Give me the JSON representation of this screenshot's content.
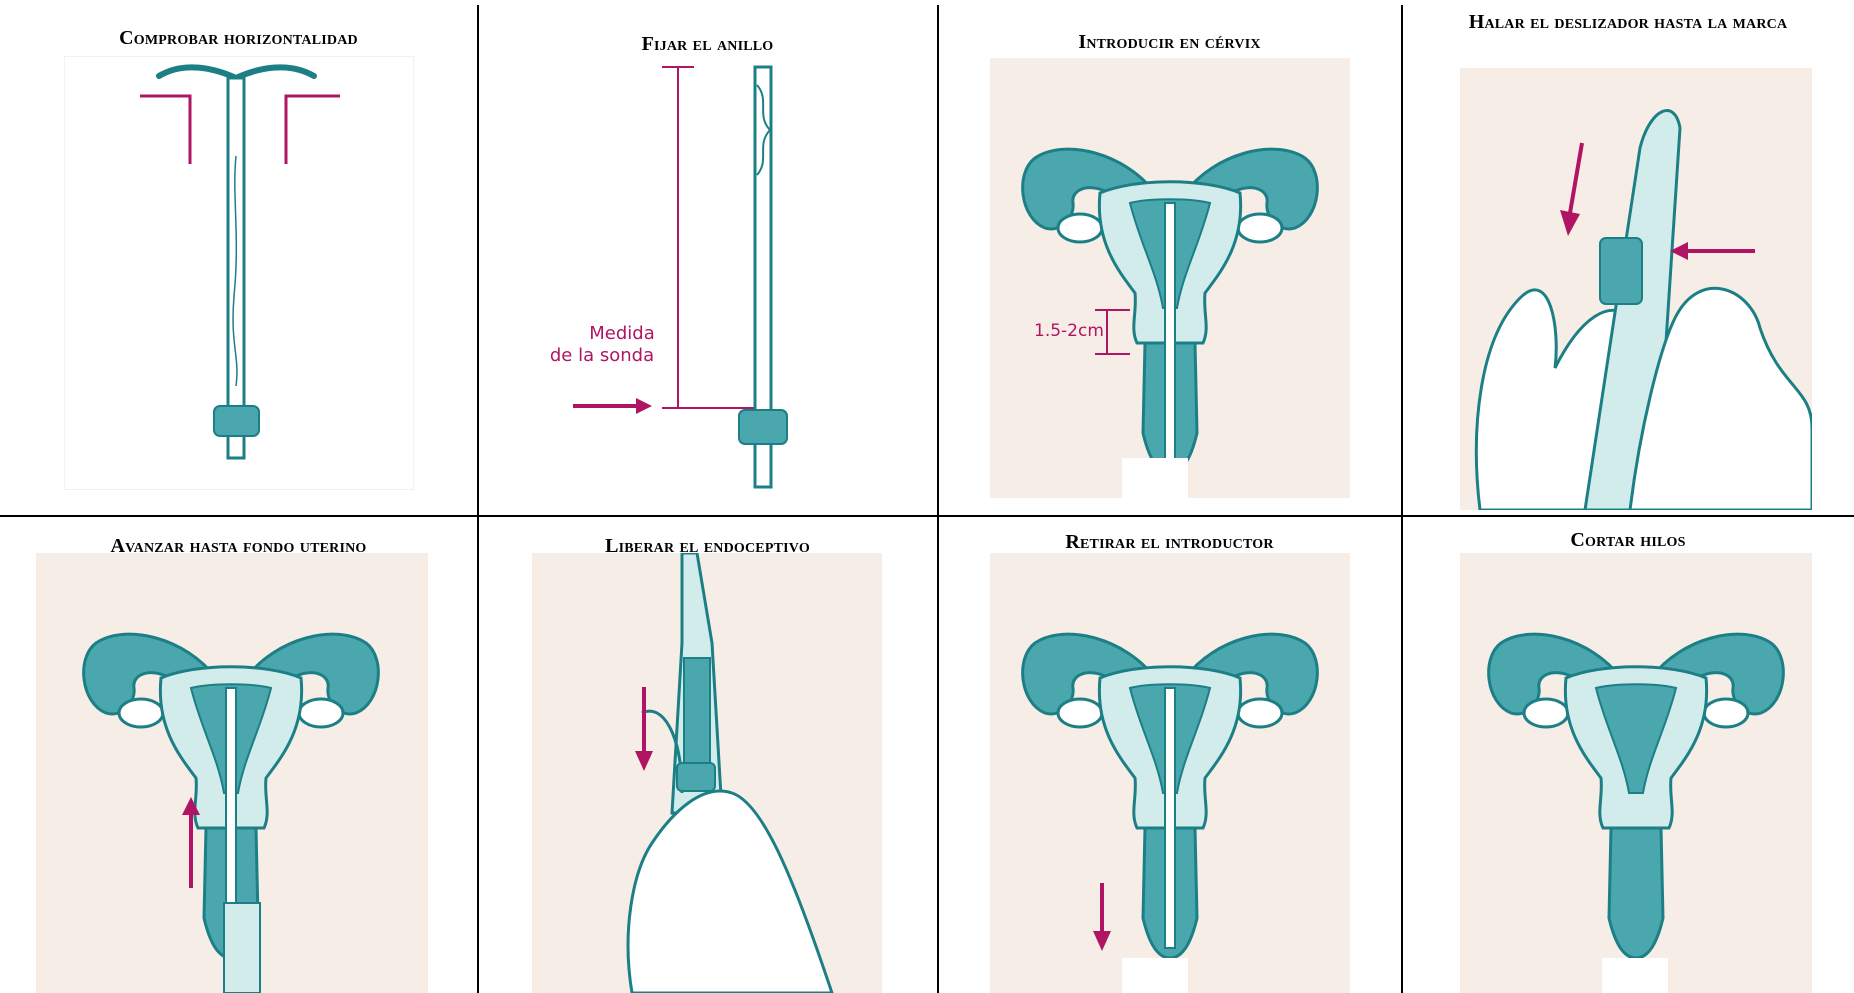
{
  "colors": {
    "teal_dark": "#1d7f86",
    "teal_fill": "#4aa7ad",
    "teal_light": "#d2ecec",
    "pink": "#b01563",
    "panel_bg": "#f6ede6"
  },
  "steps": [
    {
      "title": "Comprobar horizontalidad"
    },
    {
      "title": "Fijar el anillo",
      "annotation_line1": "Medida",
      "annotation_line2": "de la sonda"
    },
    {
      "title": "Introducir en cérvix",
      "annotation": "1.5-2cm"
    },
    {
      "title": "Halar el deslizador hasta la marca"
    },
    {
      "title": "Avanzar hasta fondo uterino"
    },
    {
      "title": "Liberar el endoceptivo"
    },
    {
      "title": "Retirar el introductor"
    },
    {
      "title": "Cortar hilos"
    }
  ]
}
